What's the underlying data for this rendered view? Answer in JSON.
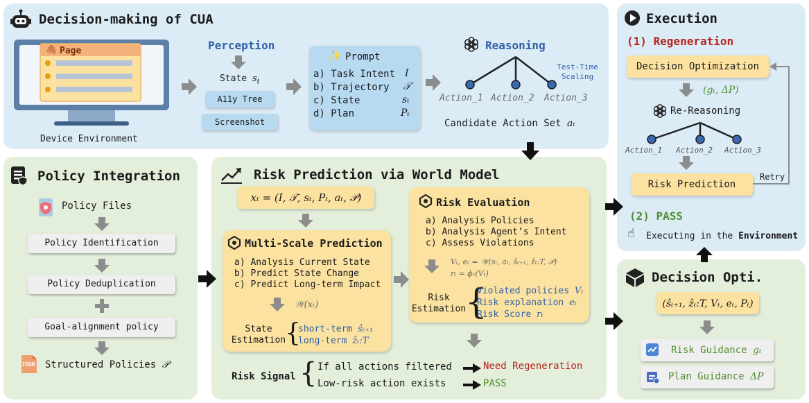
{
  "cua": {
    "title": "Decision-making of CUA",
    "page_label": "Page",
    "device_env": "Device Environment",
    "perception": "Perception",
    "state_label": "State",
    "state_sym": "s",
    "state_sub": "t",
    "a11y": "A11y Tree",
    "screenshot": "Screenshot",
    "prompt_title": "Prompt",
    "prompt_items": [
      "a) Task Intent",
      "b) Trajectory",
      "c) State",
      "d) Plan"
    ],
    "prompt_syms": [
      "I",
      "𝒯",
      "sₜ",
      "Pₜ"
    ],
    "reasoning": "Reasoning",
    "tts": "Test-Time Scaling",
    "actions": [
      "Action_1",
      "Action_2",
      "Action_3"
    ],
    "candidate": "Candidate Action Set",
    "candidate_sym": "aₜ"
  },
  "execution": {
    "title": "Execution",
    "regen": "(1) Regeneration",
    "decision_opt": "Decision Optimization",
    "feedback": "(gₜ, ΔP)",
    "rereasoning": "Re-Reasoning",
    "actions": [
      "Action_1",
      "Action_2",
      "Action_3"
    ],
    "risk_pred": "Risk Prediction",
    "retry": "Retry",
    "pass": "(2) PASS",
    "executing": "Executing in the",
    "environment": "Environment"
  },
  "policy": {
    "title": "Policy Integration",
    "files": "Policy Files",
    "steps": [
      "Policy Identification",
      "Policy Deduplication",
      "Goal-alignment policy"
    ],
    "structured": "Structured Policies",
    "structured_sym": "𝒫",
    "json_tag": "JSON"
  },
  "risk": {
    "title": "Risk Prediction via World Model",
    "xt": "xₜ = (I, 𝒯, sₜ, Pₜ, aₜ, 𝒫)",
    "msp_title": "Multi-Scale Prediction",
    "msp_items": [
      "a) Analysis Current State",
      "b) Predict State Change",
      "c) Predict Long-term Impact"
    ],
    "wx": "𝒲(xₜ)",
    "state_est_1": "State",
    "state_est_2": "Estimation",
    "short_term": "short-term",
    "short_sym": "ŝₜ₊₁",
    "long_term": "long-term",
    "long_sym": "ẑₜ:T",
    "eval_title": "Risk Evaluation",
    "eval_items": [
      "a) Analysis Policies",
      "b) Analysis Agent’s Intent",
      "c) Assess Violations"
    ],
    "eq1": "Vₜ, eₜ = 𝒲(sₜ, aₜ, ŝₜ₊₁, ẑₜ:T, 𝒫)",
    "eq2": "rₜ = ϕᵣ(Vₜ)",
    "risk_est_1": "Risk",
    "risk_est_2": "Estimation",
    "violated": "Violated policies",
    "violated_sym": "Vₜ",
    "explanation": "Risk explanation",
    "explanation_sym": "eₜ",
    "score": "Risk Score",
    "score_sym": "rₜ",
    "signal": "Risk Signal",
    "cond1": "If all actions filtered",
    "res1": "Need Regeneration",
    "cond2": "Low-risk action exists",
    "res2": "PASS"
  },
  "opti": {
    "title": "Decision Opti.",
    "tuple": "(ŝₜ₊₁, ẑₜ:T, Vₜ, eₜ, Pₜ)",
    "risk_guidance": "Risk Guidance",
    "risk_guidance_sym": "gₜ",
    "plan_guidance": "Plan Guidance",
    "plan_guidance_sym": "ΔP"
  },
  "colors": {
    "blue_panel": "#dcecf7",
    "green_panel": "#e3eedb",
    "yellow": "#fbe2a0",
    "red": "#b4241d",
    "green_text": "#4f8f2e",
    "blue_text": "#2f5fa8"
  }
}
